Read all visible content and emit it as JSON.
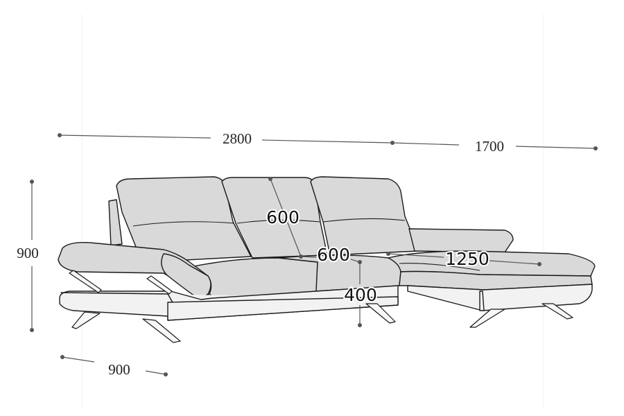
{
  "diagram": {
    "product": "L-shaped sectional sofa with chaise",
    "dimensions": {
      "total_width": "2800",
      "chaise_depth": "1700",
      "overall_height": "900",
      "sofa_depth": "900",
      "backrest_height": "600",
      "seat_depth": "600",
      "seat_height": "400",
      "chaise_length": "1250"
    },
    "colors": {
      "upholstery": "#d9d9d9",
      "base": "#f2f2f2",
      "lines": "#1a1a1a",
      "dimension_lines": "#555555"
    }
  }
}
